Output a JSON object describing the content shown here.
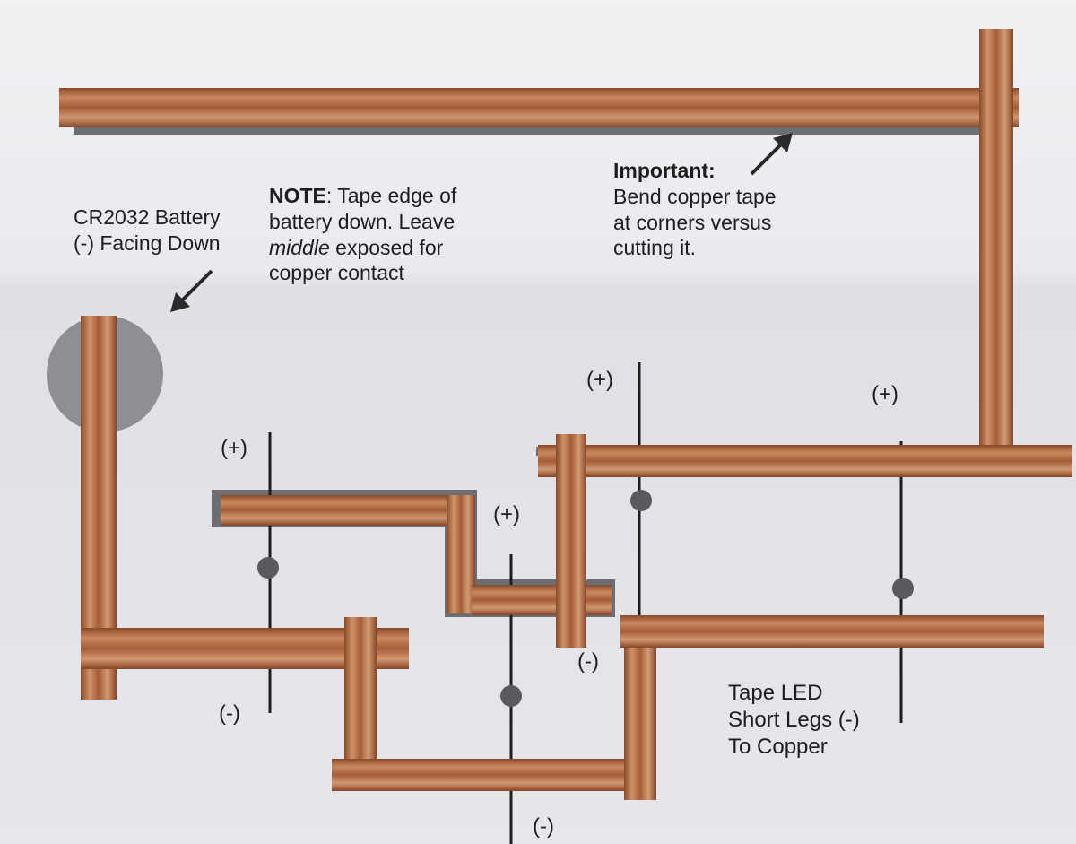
{
  "labels": {
    "battery": {
      "line1": "CR2032 Battery",
      "line2": "(-) Facing Down"
    },
    "note": {
      "heading": "NOTE",
      "line1_rest": ": Tape edge of",
      "line2": "battery down.  Leave",
      "line3_italic": "middle",
      "line3_rest": " exposed for",
      "line4": "copper contact"
    },
    "important": {
      "heading": "Important:",
      "line1": "Bend copper tape",
      "line2": "at corners versus",
      "line3": "cutting it."
    },
    "led": {
      "line1": "Tape LED",
      "line2": "Short Legs (-)",
      "line3": "To Copper"
    }
  },
  "polarity": {
    "positive": "(+)",
    "negative": "(-)"
  },
  "colors": {
    "paper_top": "#efeff1",
    "paper_bottom": "#e4e5e9",
    "copper_light": "#d39a72",
    "copper_mid": "#b36a43",
    "copper_dark": "#7d3f22",
    "shadow": "#6d6d73",
    "battery_circle": "#8e8e94",
    "ink": "#1e1e1e"
  }
}
